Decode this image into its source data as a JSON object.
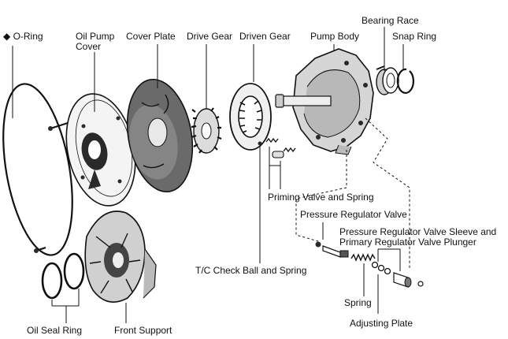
{
  "labels": {
    "o_ring": "◆ O-Ring",
    "oil_pump_cover": "Oil Pump\nCover",
    "cover_plate": "Cover Plate",
    "drive_gear": "Drive Gear",
    "driven_gear": "Driven Gear",
    "pump_body": "Pump Body",
    "bearing_race": "Bearing Race",
    "snap_ring": "Snap Ring",
    "priming_valve": "Priming Valve and Spring",
    "pressure_regulator_valve": "Pressure Regulator Valve",
    "regulator_sleeve": "Pressure Regulator Valve Sleeve and\nPrimary Regulator Valve Plunger",
    "tc_check_ball": "T/C Check Ball and Spring",
    "spring": "Spring",
    "adjusting_plate": "Adjusting Plate",
    "oil_seal_ring": "Oil Seal Ring",
    "front_support": "Front Support"
  },
  "colors": {
    "ink": "#111111",
    "background": "#ffffff"
  }
}
